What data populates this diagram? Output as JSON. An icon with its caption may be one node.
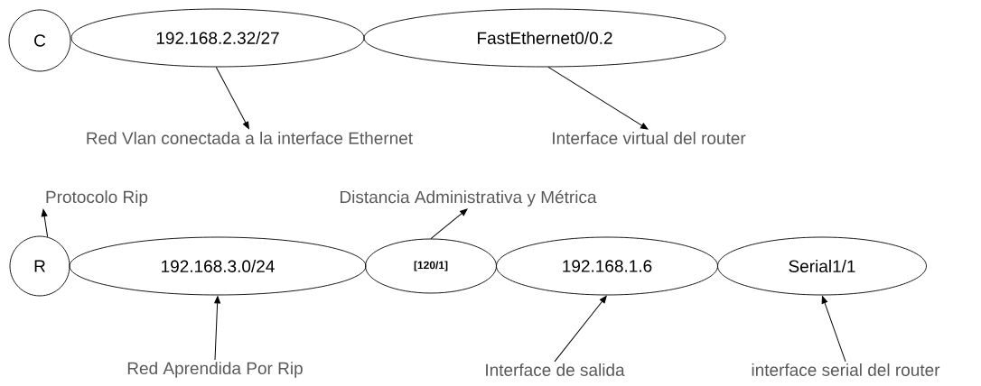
{
  "diagram": {
    "nodes": [
      {
        "text": [
          "C"
        ]
      },
      {
        "text": [
          "192.168.2.32/27"
        ]
      },
      {
        "text": [
          "FastEthernet0/0.2"
        ]
      },
      {
        "text": [
          "R"
        ]
      },
      {
        "text": [
          "192.168.3.0/24"
        ]
      },
      {
        "text": [
          "[120/1]"
        ]
      },
      {
        "text": [
          "192.168.1.6"
        ]
      },
      {
        "text": [
          "Serial1/1"
        ]
      },
      {
        "text": [
          "Red Vlan conectada a la interface Ethernet"
        ]
      },
      {
        "text": [
          "Interface virtual del router"
        ]
      },
      {
        "text": [
          "Protocolo Rip"
        ]
      },
      {
        "text": [
          "Distancia Administrativa y Métrica"
        ]
      },
      {
        "text": [
          "Red Aprendida Por Rip"
        ]
      },
      {
        "text": [
          "Interface de salida"
        ]
      },
      {
        "text": [
          "interface serial del router"
        ]
      }
    ],
    "edges": [
      {
        "from": 1,
        "to": 8,
        "arrow": "to"
      },
      {
        "from": 2,
        "to": 9,
        "arrow": "to"
      },
      {
        "from": 3,
        "to": 10,
        "arrow": "to"
      },
      {
        "from": 5,
        "to": 11,
        "arrow": "to"
      },
      {
        "from": 12,
        "to": 4,
        "arrow": "to"
      },
      {
        "from": 13,
        "to": 6,
        "arrow": "to"
      },
      {
        "from": 14,
        "to": 7,
        "arrow": "to"
      }
    ]
  }
}
